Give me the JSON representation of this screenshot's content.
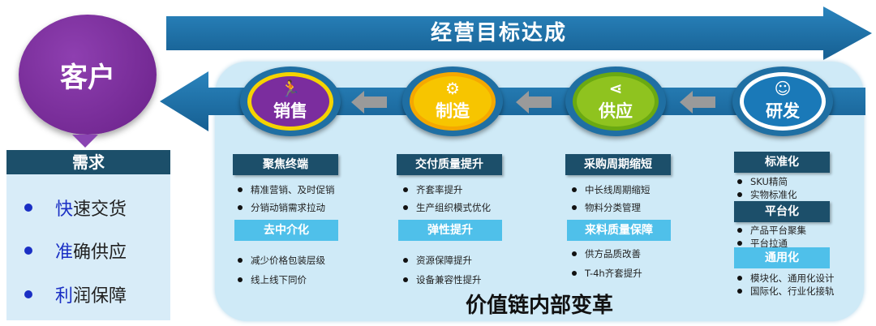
{
  "top_arrow": {
    "label": "经营目标达成",
    "color": "#1f6fa3"
  },
  "customer": {
    "label": "客户",
    "color": "#7b2d9e"
  },
  "demand": {
    "title": "需求",
    "items": [
      {
        "highlight": "快",
        "rest": "速交货"
      },
      {
        "highlight": "准",
        "rest": "确供应"
      },
      {
        "highlight": "利",
        "rest": "润保障"
      }
    ]
  },
  "stages": {
    "sales": {
      "label": "销售",
      "icon": "running-person-icon",
      "ring": "#f5d300"
    },
    "manufacturing": {
      "label": "制造",
      "icon": "gear-icon",
      "ring": "#f5a800"
    },
    "supply": {
      "label": "供应",
      "icon": "share-icon",
      "ring": "#8fc31f"
    },
    "rnd": {
      "label": "研发",
      "icon": "brain-gear-icon",
      "ring": "#1a79b8"
    }
  },
  "sales": {
    "header": "聚焦终端",
    "bullets1": [
      "精准营销、及时促销",
      "分销动销需求拉动"
    ],
    "sub": "去中介化",
    "bullets2": [
      "减少价格包装层级",
      "线上线下同价"
    ]
  },
  "manufacturing": {
    "header": "交付质量提升",
    "bullets1": [
      "齐套率提升",
      "生产组织模式优化"
    ],
    "sub": "弹性提升",
    "bullets2": [
      "资源保障提升",
      "设备兼容性提升"
    ]
  },
  "supply": {
    "header": "采购周期缩短",
    "bullets1": [
      "中长线周期缩短",
      "物料分类管理"
    ],
    "sub": "来料质量保障",
    "bullets2": [
      "供方品质改善",
      "T-4h齐套提升"
    ]
  },
  "rnd": {
    "header1": "标准化",
    "bullets1": [
      "SKU精简",
      "实物标准化"
    ],
    "header2": "平台化",
    "bullets2": [
      "产品平台聚集",
      "平台拉通"
    ],
    "header3": "通用化",
    "bullets3": [
      "模块化、通用化设计",
      "国际化、行业化接轨"
    ]
  },
  "bottom_title": "价值链内部变革"
}
